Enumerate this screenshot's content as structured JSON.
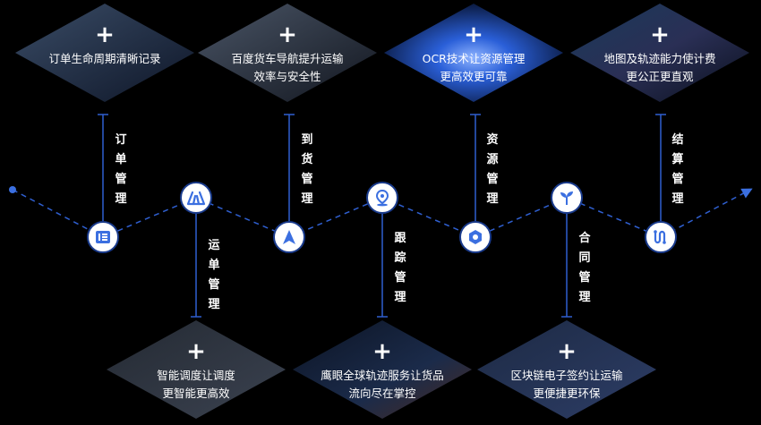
{
  "diagram": {
    "top_cards": [
      {
        "line1": "订单生命周期清晰记录",
        "line2": ""
      },
      {
        "line1": "百度货车导航提升运输",
        "line2": "效率与安全性"
      },
      {
        "line1": "OCR技术让资源管理",
        "line2": "更高效更可靠"
      },
      {
        "line1": "地图及轨迹能力使计费",
        "line2": "更公正更直观"
      }
    ],
    "bottom_cards": [
      {
        "line1": "智能调度让调度",
        "line2": "更智能更高效"
      },
      {
        "line1": "鹰眼全球轨迹服务让货品",
        "line2": "流向尽在掌控"
      },
      {
        "line1": "区块链电子签约让运输",
        "line2": "更便捷更环保"
      }
    ],
    "top_stages": [
      {
        "chars": [
          "订",
          "单",
          "管",
          "理"
        ],
        "icon": "document-list-icon"
      },
      {
        "chars": [
          "到",
          "货",
          "管",
          "理"
        ],
        "icon": "navigation-arrow-icon"
      },
      {
        "chars": [
          "资",
          "源",
          "管",
          "理"
        ],
        "icon": "hexagon-nut-icon"
      },
      {
        "chars": [
          "结",
          "算",
          "管",
          "理"
        ],
        "icon": "route-path-icon"
      }
    ],
    "bottom_stages": [
      {
        "chars": [
          "运",
          "单",
          "管",
          "理"
        ],
        "icon": "road-lanes-icon"
      },
      {
        "chars": [
          "跟",
          "踪",
          "管",
          "理"
        ],
        "icon": "location-pin-icon"
      },
      {
        "chars": [
          "合",
          "同",
          "管",
          "理"
        ],
        "icon": "sprout-icon"
      }
    ],
    "plus_symbol": "+",
    "colors": {
      "node_ring": "#1a3b8c",
      "accent": "#3b6fe0",
      "dash": "#2f5fd0"
    }
  }
}
